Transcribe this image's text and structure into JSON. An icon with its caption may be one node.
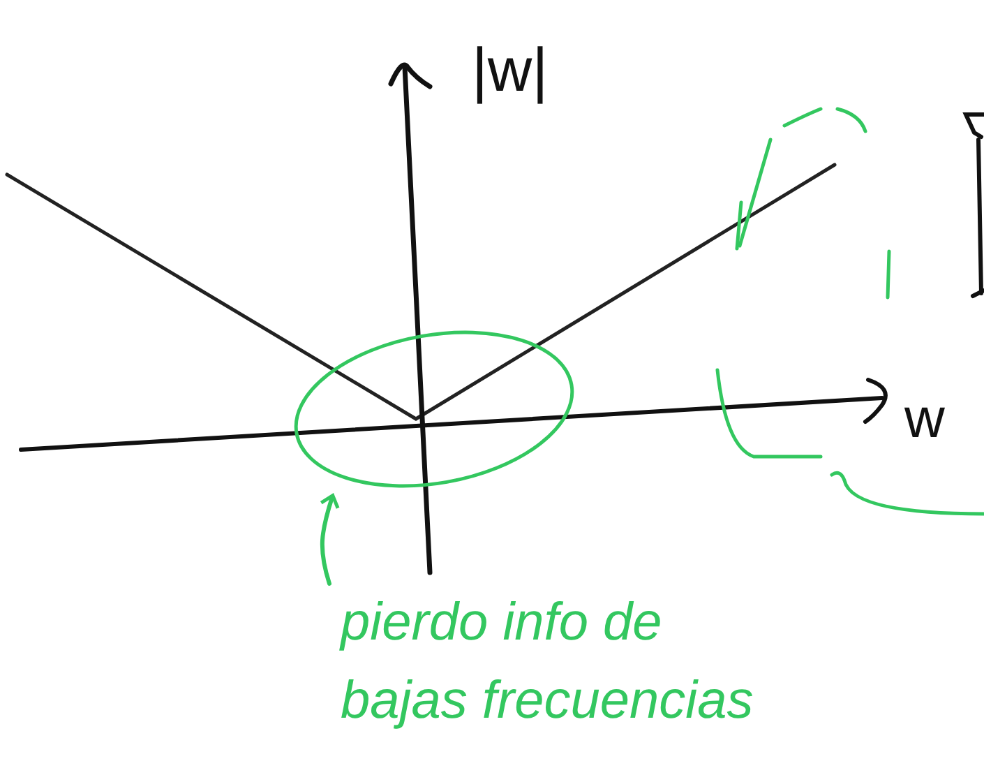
{
  "diagram": {
    "nodes": [
      {
        "text": [],
        "shape": "circle"
      },
      {
        "text": [
          "pierdo info de bajas frecuencias"
        ]
      }
    ],
    "edges": [
      {
        "from": 1,
        "to": 0,
        "arrow": "to",
        "color": "#33c75f"
      }
    ],
    "labels": [
      "|w|",
      "w"
    ]
  }
}
